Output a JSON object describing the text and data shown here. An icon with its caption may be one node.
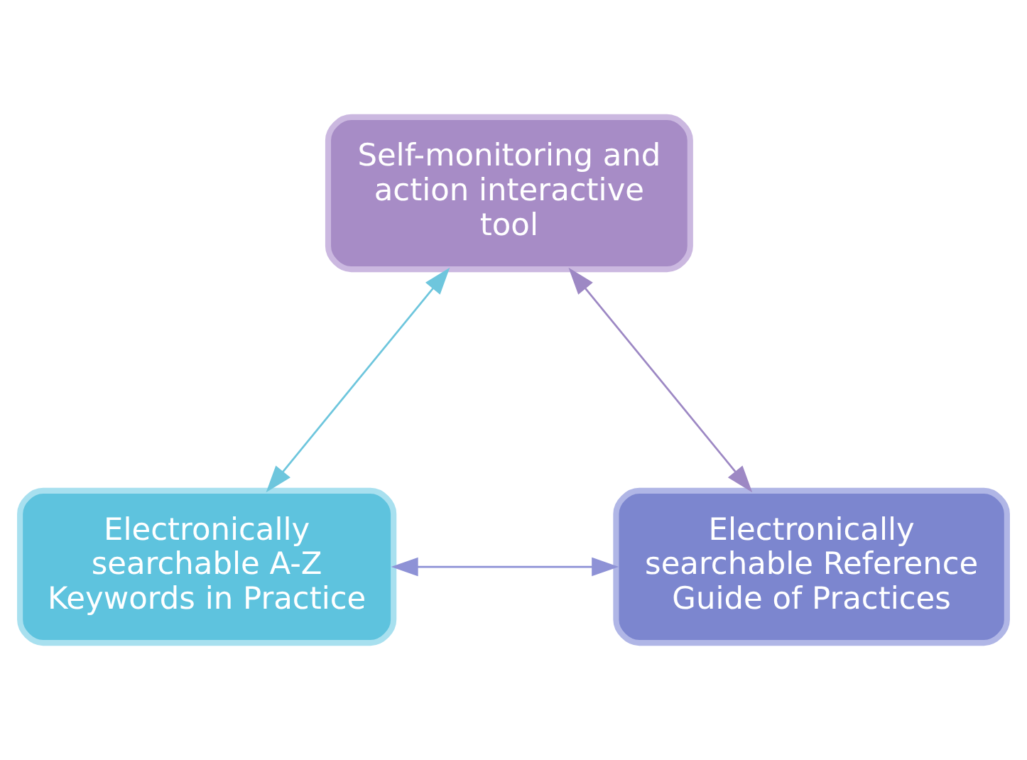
{
  "diagram": {
    "nodes": [
      {
        "text": [
          "Self-monitoring and action interactive tool"
        ]
      },
      {
        "text": [
          "Electronically searchable A-Z Keywords in Practice"
        ]
      },
      {
        "text": [
          "Electronically searchable Reference Guide of Practices"
        ]
      }
    ],
    "edges": [
      {
        "from": 0,
        "to": 1,
        "arrow": "both",
        "color": "#6ec6dd"
      },
      {
        "from": 0,
        "to": 2,
        "arrow": "both",
        "color": "#9d88c4"
      },
      {
        "from": 1,
        "to": 2,
        "arrow": "both",
        "color": "#8e92d6"
      }
    ]
  }
}
